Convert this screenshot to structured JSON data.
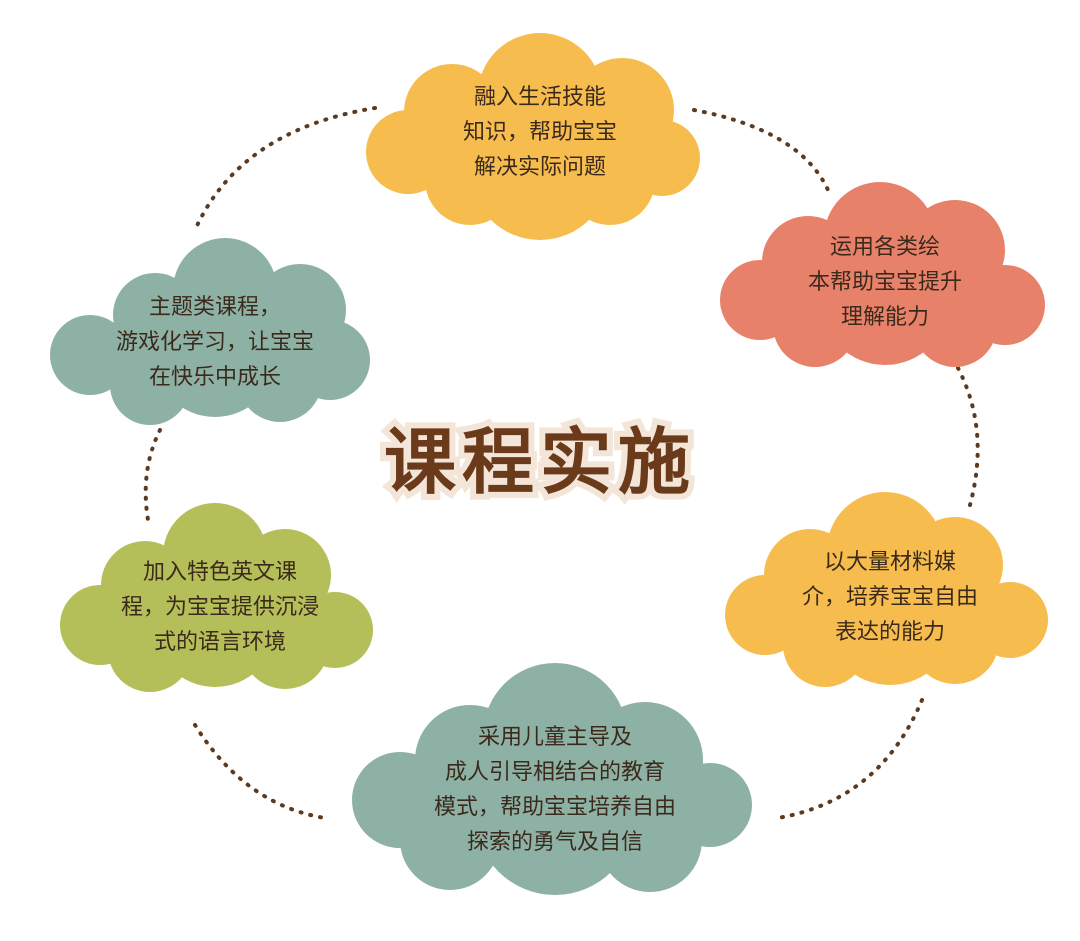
{
  "title": "课程实施",
  "colors": {
    "yellow": "#f6bd4e",
    "salmon": "#e8816a",
    "sage": "#8eb1a5",
    "olive": "#b5bf59",
    "dash": "#5b3a1f",
    "title": "#6b3a1a"
  },
  "clouds": [
    {
      "name": "top",
      "color": "yellow",
      "lines": [
        "融入生活技能",
        "知识，帮助宝宝",
        "解决实际问题"
      ]
    },
    {
      "name": "upper-right",
      "color": "salmon",
      "lines": [
        "运用各类绘",
        "本帮助宝宝提升",
        "理解能力"
      ]
    },
    {
      "name": "lower-right",
      "color": "yellow",
      "lines": [
        "以大量材料媒",
        "介，培养宝宝自由",
        "表达的能力"
      ]
    },
    {
      "name": "bottom",
      "color": "sage",
      "lines": [
        "采用儿童主导及",
        "成人引导相结合的教育",
        "模式，帮助宝宝培养自由",
        "探索的勇气及自信"
      ]
    },
    {
      "name": "lower-left",
      "color": "olive",
      "lines": [
        "加入特色英文课",
        "程，为宝宝提供沉浸",
        "式的语言环境"
      ]
    },
    {
      "name": "upper-left",
      "color": "sage",
      "lines": [
        "主题类课程，",
        "游戏化学习，让宝宝",
        "在快乐中成长"
      ]
    }
  ]
}
